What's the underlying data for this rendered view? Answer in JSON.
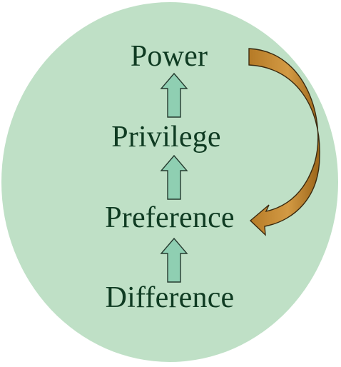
{
  "diagram": {
    "labels": {
      "power": "Power",
      "privilege": "Privilege",
      "preference": "Preference",
      "difference": "Difference"
    },
    "colors": {
      "circle_fill": "#bfe0c6",
      "up_arrow_fill": "#8fcfb2",
      "up_arrow_stroke": "#253b2f",
      "curved_arrow_fill": "#c98a32",
      "curved_arrow_stroke": "#3a2a10",
      "text": "#0f3b22"
    }
  }
}
